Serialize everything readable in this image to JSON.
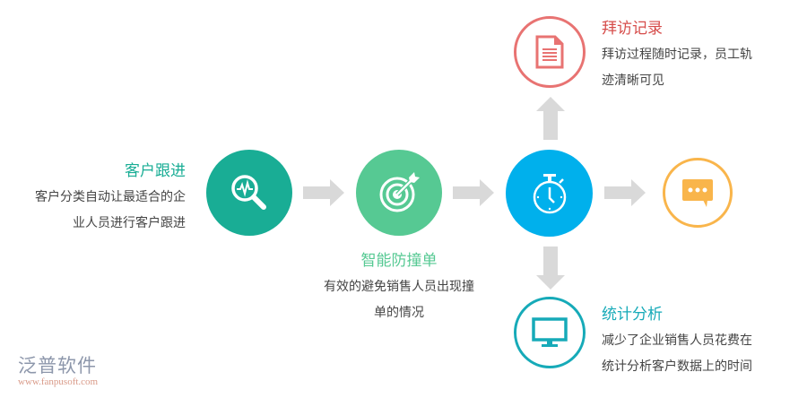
{
  "colors": {
    "follow": "#19ad95",
    "anticollide": "#56c993",
    "timer": "#00b0ec",
    "chat": "#f9b54b",
    "visit": "#e87372",
    "stats": "#16aab8",
    "arrow": "#d9d9d9"
  },
  "steps": {
    "follow": {
      "title": "客户跟进",
      "desc": [
        "客户分类自动让最适合的企",
        "业人员进行客户跟进"
      ],
      "icon": "magnifier-pulse-icon"
    },
    "anticollide": {
      "title": "智能防撞单",
      "desc": [
        "有效的避免销售人员出现撞",
        "单的情况"
      ],
      "icon": "target-icon"
    },
    "timer": {
      "icon": "stopwatch-icon"
    },
    "chat": {
      "icon": "chat-bubble-icon"
    },
    "visit": {
      "title": "拜访记录",
      "desc": [
        "拜访过程随时记录，员工轨",
        "迹清晰可见"
      ],
      "icon": "document-icon"
    },
    "stats": {
      "title": "统计分析",
      "desc": [
        "减少了企业销售人员花费在",
        "统计分析客户数据上的时间"
      ],
      "icon": "monitor-icon"
    }
  },
  "watermark": {
    "name": "泛普软件",
    "url": "www.fanpusoft.com"
  }
}
